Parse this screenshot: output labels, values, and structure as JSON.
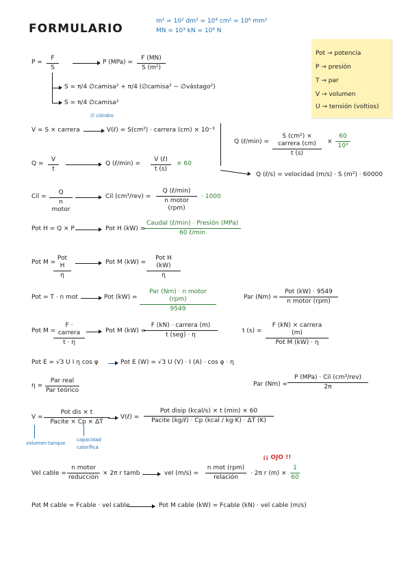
{
  "title": "FORMULARIO",
  "units": [
    "m² = 10² dm² = 10⁴ cm² = 10⁶ mm²",
    "MN = 10³ kN = 10⁶ N"
  ],
  "legend": [
    {
      "sym": "Pot",
      "desc": "potencia"
    },
    {
      "sym": "P",
      "desc": "presión"
    },
    {
      "sym": "T",
      "desc": "par"
    },
    {
      "sym": "V",
      "desc": "volumen"
    },
    {
      "sym": "U",
      "desc": "tensión (voltios)"
    }
  ],
  "r1": {
    "lhs": "P =",
    "num": "F",
    "den": "S",
    "rhs": "P (MPa) =",
    "rnum": "F (MN)",
    "rden": "S (m²)"
  },
  "r1a": {
    "lhs": "S =",
    "text": "π/4 ∅camisa² + π/4 (∅camisa² − ∅vástago²)"
  },
  "r1b": {
    "lhs": "S =",
    "text": "π/4 ∅camisa²",
    "note": "∅ cilindro"
  },
  "r2": {
    "lhs": "V = S × carrera",
    "rhs": "V(ℓ) = S(cm²) · carrera (cm) × 10⁻³"
  },
  "r3": {
    "lhs": "Q =",
    "num": "V",
    "den": "t",
    "rhs": "Q (ℓ/min) =",
    "rnum": "V (ℓ)",
    "rden": "t (s)",
    "tail": "× 60"
  },
  "r3b": {
    "lhs": "Q (ℓ/min) =",
    "num": "S (cm²) × carrera (cm)",
    "den": "t (s)",
    "tail": "×",
    "gnum": "60",
    "gden": "10³"
  },
  "r3c": {
    "text": "Q (ℓ/s) = velocidad (m/s) · S (m²) · 60000"
  },
  "r4": {
    "lhs": "Cil =",
    "num": "Q",
    "den": "n motor",
    "rhs": "Cil (cm³/rev) =",
    "rnum": "Q (ℓ/min)",
    "rden": "n motor (rpm)",
    "tail": "· 1000"
  },
  "r5": {
    "lhs": "Pot H = Q × P",
    "rhs": "Pot H (kW) =",
    "gnum": "Caudal (ℓ/min) · Presión (MPa)",
    "gden": "60 ℓ/min"
  },
  "r6": {
    "lhs": "Pot M =",
    "num": "Pot H",
    "den": "η",
    "rhs": "Pot M (kW) =",
    "rnum": "Pot H (kW)",
    "rden": "η"
  },
  "r7": {
    "lhs": "Pot = T · n mot",
    "rhs": "Pot (kW) =",
    "gnum": "Par (Nm) · n motor (rpm)",
    "gden": "9549",
    "r2lhs": "Par (Nm) =",
    "r2num": "Pot (kW) · 9549",
    "r2den": "n motor (rpm)"
  },
  "r8": {
    "lhs": "Pot M =",
    "num": "F · carrera",
    "den": "t · η",
    "rhs": "Pot M (kW) =",
    "rnum": "F (kN) · carrera (m)",
    "rden": "t (seg) · η",
    "r2lhs": "t (s) =",
    "r2num": "F (kN) × carrera (m)",
    "r2den": "Pot M (kW) · η"
  },
  "r9": {
    "lhs": "Pot E = √3 U I η cos φ",
    "rhs": "Pot E (W) = √3 U (V) · I (A) · cos φ · η"
  },
  "r10": {
    "lhs": "η =",
    "num": "Par real",
    "den": "Par teórico",
    "rhs": "Par (Nm) =",
    "rnum": "P (MPa) · Cil (cm³/rev)",
    "rden": "2π"
  },
  "r11": {
    "lhs": "V =",
    "num": "Pot dis × t",
    "den": "Pacite × Cp × ΔT",
    "rhs": "V(ℓ) =",
    "rnum": "Pot disip (kcal/s) × t (min) × 60",
    "rden": "Pacite (kg/ℓ) · Cp (kcal / kg·K) · ΔT (K)",
    "note1": "volumen tanque",
    "note2": "capacidad calorífica"
  },
  "r12": {
    "lhs": "Vel cable =",
    "num": "n motor",
    "den": "reducción",
    "mid": "× 2π r tamb",
    "rhs": "vel (m/s) =",
    "rnum": "n mot (rpm)",
    "rden": "relación",
    "tail": "· 2π r (m) ×",
    "gnum": "1",
    "gden": "60",
    "warn": "¡¡ OJO !!"
  },
  "r13": {
    "text": "Pot M cable = Fcable · vel cable",
    "rhs": "Pot M cable (kW) = Fcable (kN) · vel cable (m/s)"
  }
}
